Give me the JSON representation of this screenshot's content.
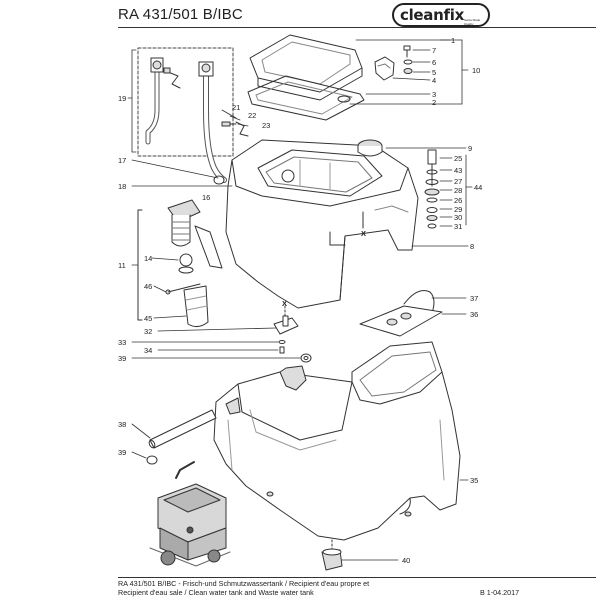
{
  "header": {
    "title": "RA 431/501 B/IBC",
    "logo_text": "cleanfix",
    "logo_subtext": "Swiss Made Quality"
  },
  "footer": {
    "line1": "RA 431/501 B/IBC - Frisch-und Schmutzwassertank / Recipient d'eau propre et",
    "line2": "Recipient d'eau sale / Clean water tank and Waste water tank",
    "code": "B 1-04.2017"
  },
  "callouts": {
    "left": [
      "19",
      "17",
      "18",
      "16",
      "11",
      "14",
      "46",
      "45",
      "32",
      "33",
      "34",
      "39",
      "38",
      "39"
    ],
    "left_marker": "X",
    "center_marker": "X",
    "top_center": [
      "21",
      "22",
      "23"
    ],
    "right_top": [
      "7",
      "6",
      "5",
      "4",
      "3",
      "2",
      "1",
      "10"
    ],
    "right_mid": [
      "9",
      "25",
      "43",
      "27",
      "28",
      "26",
      "29",
      "30",
      "31",
      "44",
      "8"
    ],
    "right_bottom": [
      "37",
      "36",
      "35",
      "40"
    ]
  },
  "colors": {
    "line": "#333333",
    "fill": "#ffffff",
    "shade": "#e6e6e6"
  }
}
